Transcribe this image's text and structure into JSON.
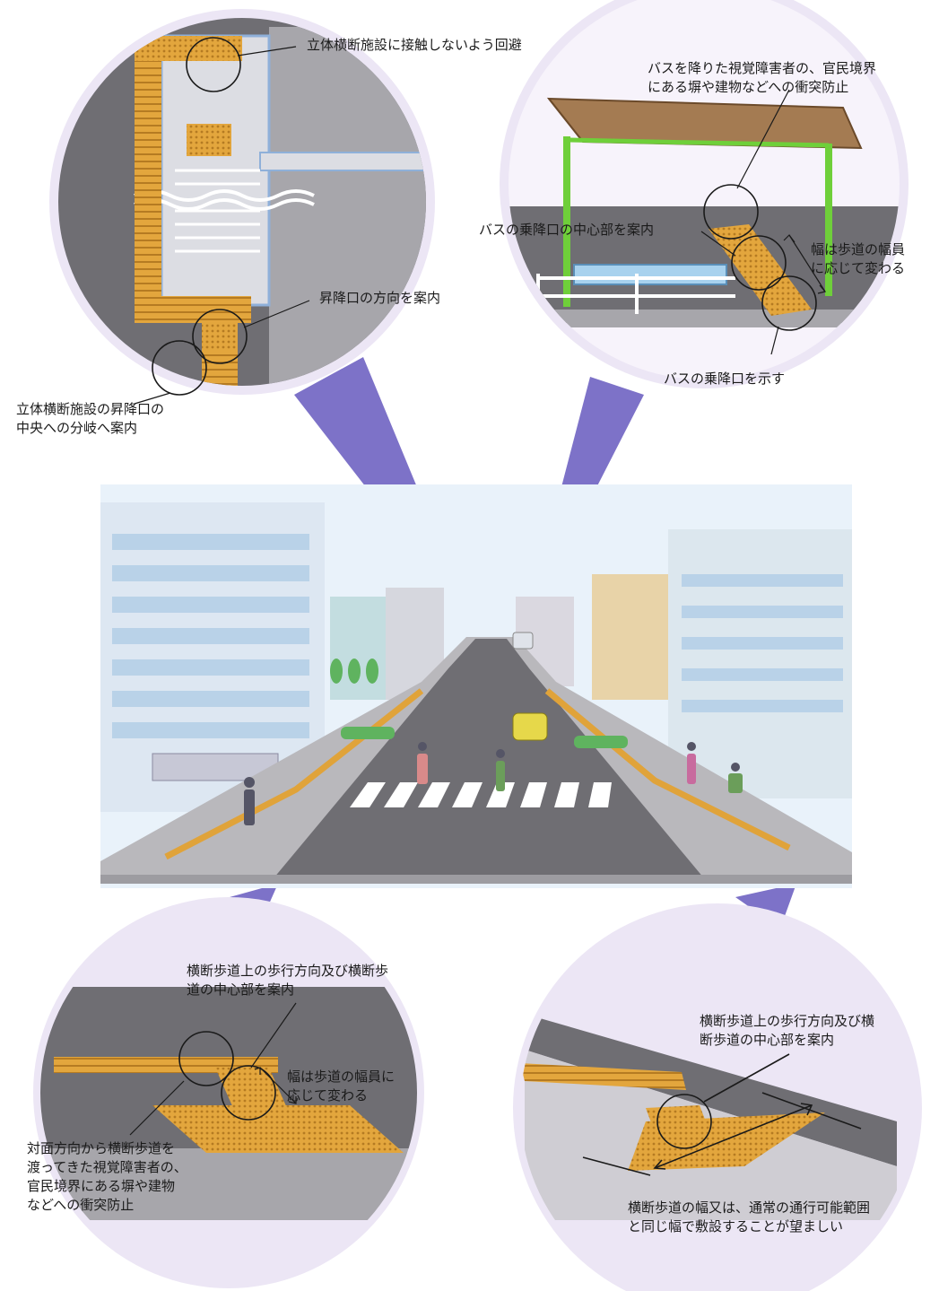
{
  "top_left": {
    "callouts": [
      {
        "lines": [
          "立体横断施設に接触しないよう回避"
        ]
      },
      {
        "lines": [
          "昇降口の方向を案内"
        ]
      },
      {
        "lines": [
          "立体横断施設の昇降口の",
          "中央への分岐へ案内"
        ]
      }
    ]
  },
  "top_right": {
    "callouts": [
      {
        "lines": [
          "バスを降りた視覚障害者の、官民境界",
          "にある塀や建物などへの衝突防止"
        ]
      },
      {
        "lines": [
          "バスの乗降口の中心部を案内"
        ]
      },
      {
        "lines": [
          "幅は歩道の幅員",
          "に応じて変わる"
        ]
      },
      {
        "lines": [
          "バスの乗降口を示す"
        ]
      }
    ]
  },
  "bottom_left": {
    "callouts": [
      {
        "lines": [
          "横断歩道上の歩行方向及び横断歩",
          "道の中心部を案内"
        ]
      },
      {
        "lines": [
          "幅は歩道の幅員に",
          "応じて変わる"
        ]
      },
      {
        "lines": [
          "対面方向から横断歩道を",
          "渡ってきた視覚障害者の、",
          "官民境界にある塀や建物",
          "などへの衝突防止"
        ]
      }
    ]
  },
  "bottom_right": {
    "callouts": [
      {
        "lines": [
          "横断歩道上の歩行方向及び横",
          "断歩道の中心部を案内"
        ]
      },
      {
        "lines": [
          "横断歩道の幅又は、通常の通行可能範囲",
          "と同じ幅で敷設することが望ましい"
        ]
      }
    ]
  },
  "colors": {
    "tactile": "#e0a33a",
    "tactile_dark": "#b77a1e",
    "road": "#6f6e73",
    "sidewalk": "#b9b8bc",
    "connector": "#7d72c8",
    "circle_halo": "#ece6f5",
    "shelter_frame": "#6fcf3a",
    "shelter_roof": "#a47b52",
    "bench": "#a8d2ee",
    "sky": "#e9f2fa"
  }
}
